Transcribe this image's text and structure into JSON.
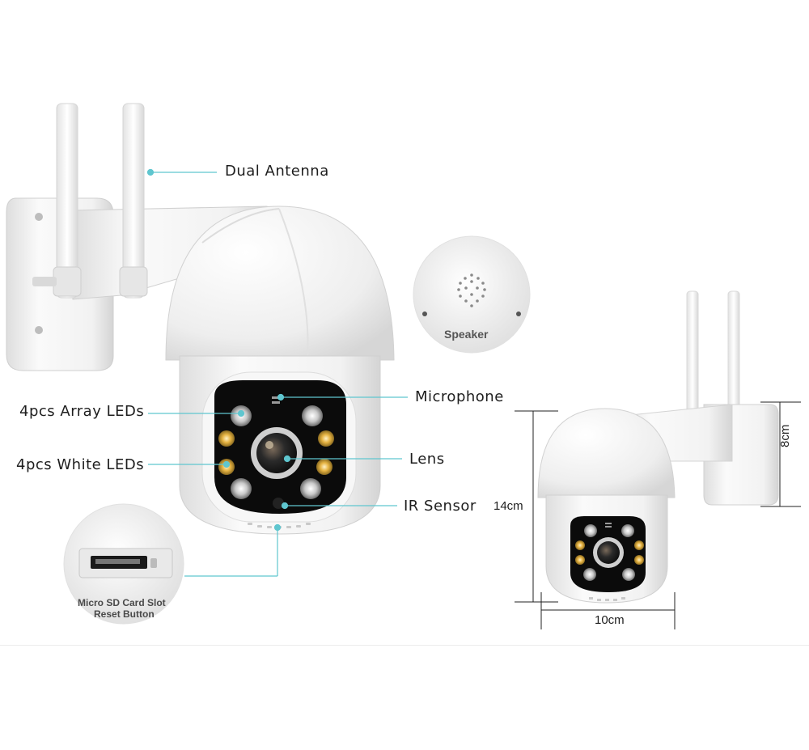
{
  "callouts": {
    "dual_antenna": "Dual Antenna",
    "microphone": "Microphone",
    "array_leds": "4pcs Array LEDs",
    "white_leds": "4pcs White LEDs",
    "lens": "Lens",
    "ir_sensor": "IR Sensor"
  },
  "insets": {
    "speaker": "Speaker",
    "sd_slot_line1": "Micro SD Card Slot",
    "sd_slot_line2": "Reset Button"
  },
  "dimensions": {
    "height": "14cm",
    "width": "10cm",
    "depth": "8cm"
  },
  "colors": {
    "callout_line": "#5fc6cf",
    "led_warm": "#e7b443",
    "body_white": "#f4f4f4"
  }
}
